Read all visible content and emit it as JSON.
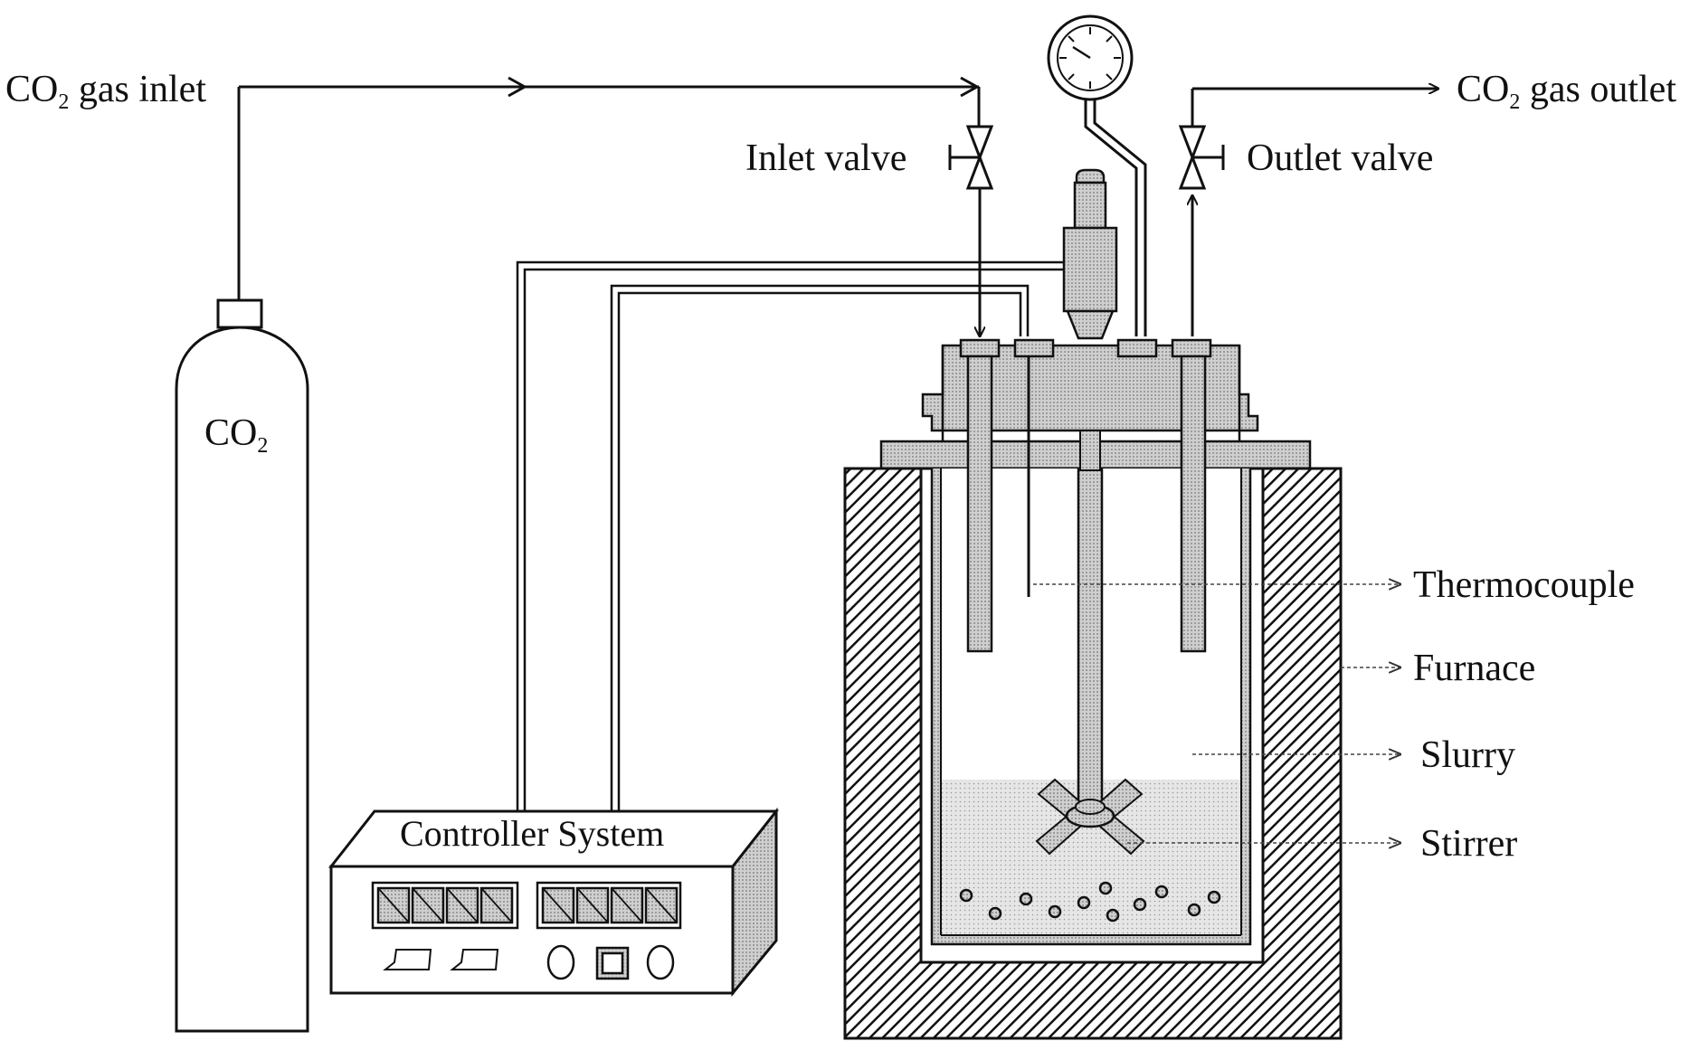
{
  "labels": {
    "gas_inlet_prefix": "CO",
    "gas_inlet_sub": "2",
    "gas_inlet_suffix": " gas inlet",
    "gas_outlet_prefix": "CO",
    "gas_outlet_sub": "2",
    "gas_outlet_suffix": " gas outlet",
    "inlet_valve": "Inlet valve",
    "outlet_valve": "Outlet valve",
    "cylinder_prefix": "CO",
    "cylinder_sub": "2",
    "controller": "Controller System",
    "thermocouple": "Thermocouple",
    "furnace": "Furnace",
    "slurry": "Slurry",
    "stirrer": "Stirrer"
  },
  "colors": {
    "line": "#111111",
    "shade": "#c8c8c8",
    "slurry": "#dedede",
    "hatch": "#111111"
  }
}
